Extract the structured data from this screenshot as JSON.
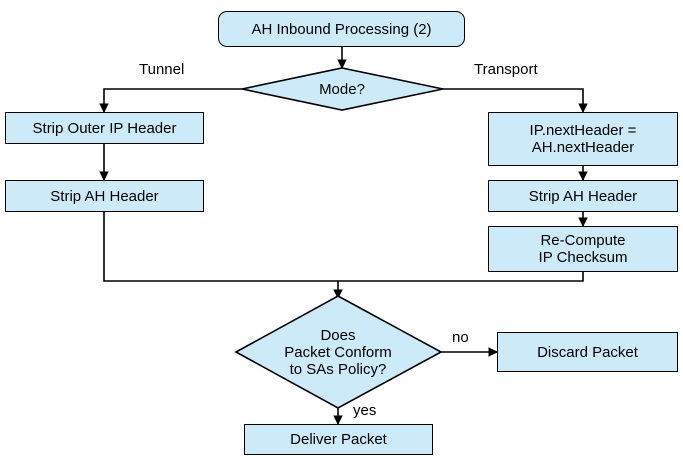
{
  "diagram": {
    "title": "AH Inbound Processing (2)",
    "theme": {
      "node_fill": "#cdeaf8",
      "node_stroke": "#000000",
      "line_color": "#000000",
      "text_color": "#000000",
      "background": "#ffffff"
    },
    "nodes": [
      {
        "id": "start",
        "label": "AH Inbound Processing (2)",
        "shape": "rounded-rect"
      },
      {
        "id": "mode",
        "label": "Mode?",
        "shape": "diamond"
      },
      {
        "id": "strip-outer-ip",
        "label": "Strip Outer IP Header",
        "shape": "rect"
      },
      {
        "id": "strip-ah-tunnel",
        "label": "Strip AH Header",
        "shape": "rect"
      },
      {
        "id": "next-header",
        "label": "IP.nextHeader =\nAH.nextHeader",
        "shape": "rect"
      },
      {
        "id": "strip-ah-transport",
        "label": "Strip AH Header",
        "shape": "rect"
      },
      {
        "id": "recompute-checksum",
        "label": "Re-Compute\nIP Checksum",
        "shape": "rect"
      },
      {
        "id": "conform",
        "label": "Does\nPacket Conform\nto SAs Policy?",
        "shape": "diamond"
      },
      {
        "id": "discard",
        "label": "Discard Packet",
        "shape": "rect"
      },
      {
        "id": "deliver",
        "label": "Deliver Packet",
        "shape": "rect"
      }
    ],
    "edge_labels": {
      "tunnel": "Tunnel",
      "transport": "Transport",
      "no": "no",
      "yes": "yes"
    }
  }
}
